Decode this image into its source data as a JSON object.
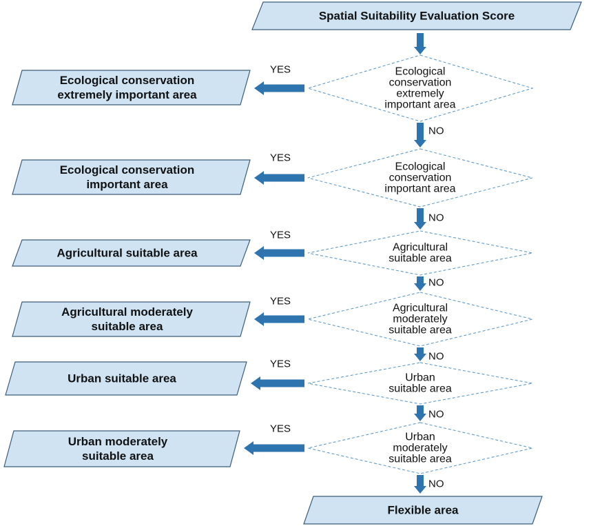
{
  "colors": {
    "box_fill": "#cfe3f3",
    "box_stroke": "#3b5c78",
    "arrow": "#2e75b0",
    "diamond_stroke": "#5f9cc8"
  },
  "start": {
    "lines": [
      "Spatial Suitability Evaluation Score"
    ]
  },
  "end": {
    "lines": [
      "Flexible area"
    ]
  },
  "yes_label": "YES",
  "no_label": "NO",
  "steps": [
    {
      "decision": [
        "Ecological",
        "conservation",
        "extremely",
        "important area"
      ],
      "outcome": [
        "Ecological conservation",
        "extremely important area"
      ]
    },
    {
      "decision": [
        "Ecological",
        "conservation",
        "important area"
      ],
      "outcome": [
        "Ecological conservation",
        "important area"
      ]
    },
    {
      "decision": [
        "Agricultural",
        "suitable area"
      ],
      "outcome": [
        "Agricultural suitable area"
      ]
    },
    {
      "decision": [
        "Agricultural",
        "moderately",
        "suitable area"
      ],
      "outcome": [
        "Agricultural moderately",
        "suitable area"
      ]
    },
    {
      "decision": [
        "Urban",
        "suitable area"
      ],
      "outcome": [
        "Urban suitable area"
      ]
    },
    {
      "decision": [
        "Urban",
        "moderately",
        "suitable area"
      ],
      "outcome": [
        "Urban moderately",
        "suitable area"
      ]
    }
  ]
}
